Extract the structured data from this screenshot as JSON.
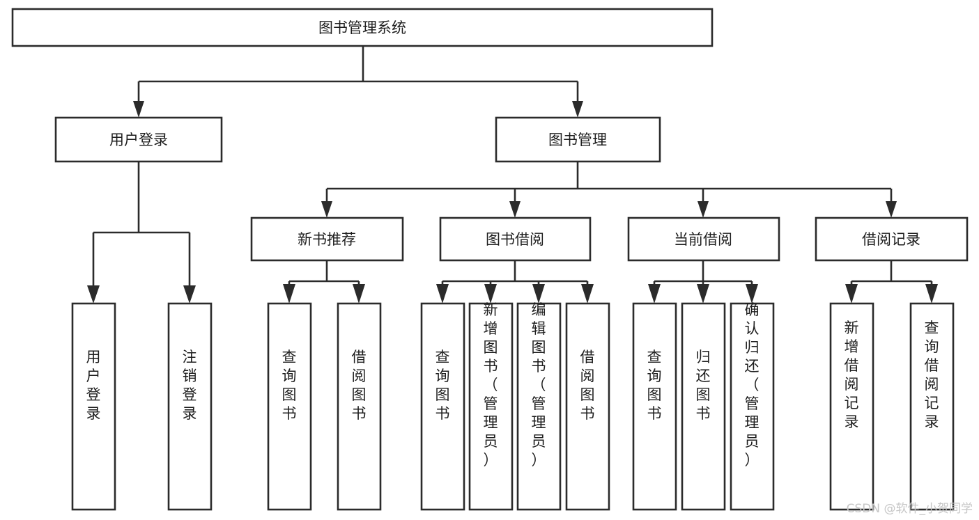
{
  "diagram": {
    "title": "图书管理系统",
    "type": "tree-hierarchy-chart",
    "orientation": "top-down",
    "colors": {
      "stroke": "#2b2b2b",
      "fill": "#ffffff",
      "text": "#1d1d1d",
      "watermark": "#c6c6c6",
      "background": "#ffffff"
    }
  },
  "root": {
    "label": "图书管理系统"
  },
  "level1": [
    {
      "label": "用户登录"
    },
    {
      "label": "图书管理"
    }
  ],
  "level2": [
    {
      "label": "新书推荐"
    },
    {
      "label": "图书借阅"
    },
    {
      "label": "当前借阅"
    },
    {
      "label": "借阅记录"
    }
  ],
  "leaves": {
    "user_login": [
      {
        "label": "用户登录"
      },
      {
        "label": "注销登录"
      }
    ],
    "new_book_recommend": [
      {
        "label": "查询图书"
      },
      {
        "label": "借阅图书"
      }
    ],
    "book_borrow": [
      {
        "label": "查询图书"
      },
      {
        "label": "新增图书（管理员）"
      },
      {
        "label": "编辑图书（管理员）"
      },
      {
        "label": "借阅图书"
      }
    ],
    "current_borrow": [
      {
        "label": "查询图书"
      },
      {
        "label": "归还图书"
      },
      {
        "label": "确认归还（管理员）"
      }
    ],
    "borrow_record": [
      {
        "label": "新增借阅记录"
      },
      {
        "label": "查询借阅记录"
      }
    ]
  },
  "watermark": {
    "text": "CSDN @软件_小贺同学"
  }
}
